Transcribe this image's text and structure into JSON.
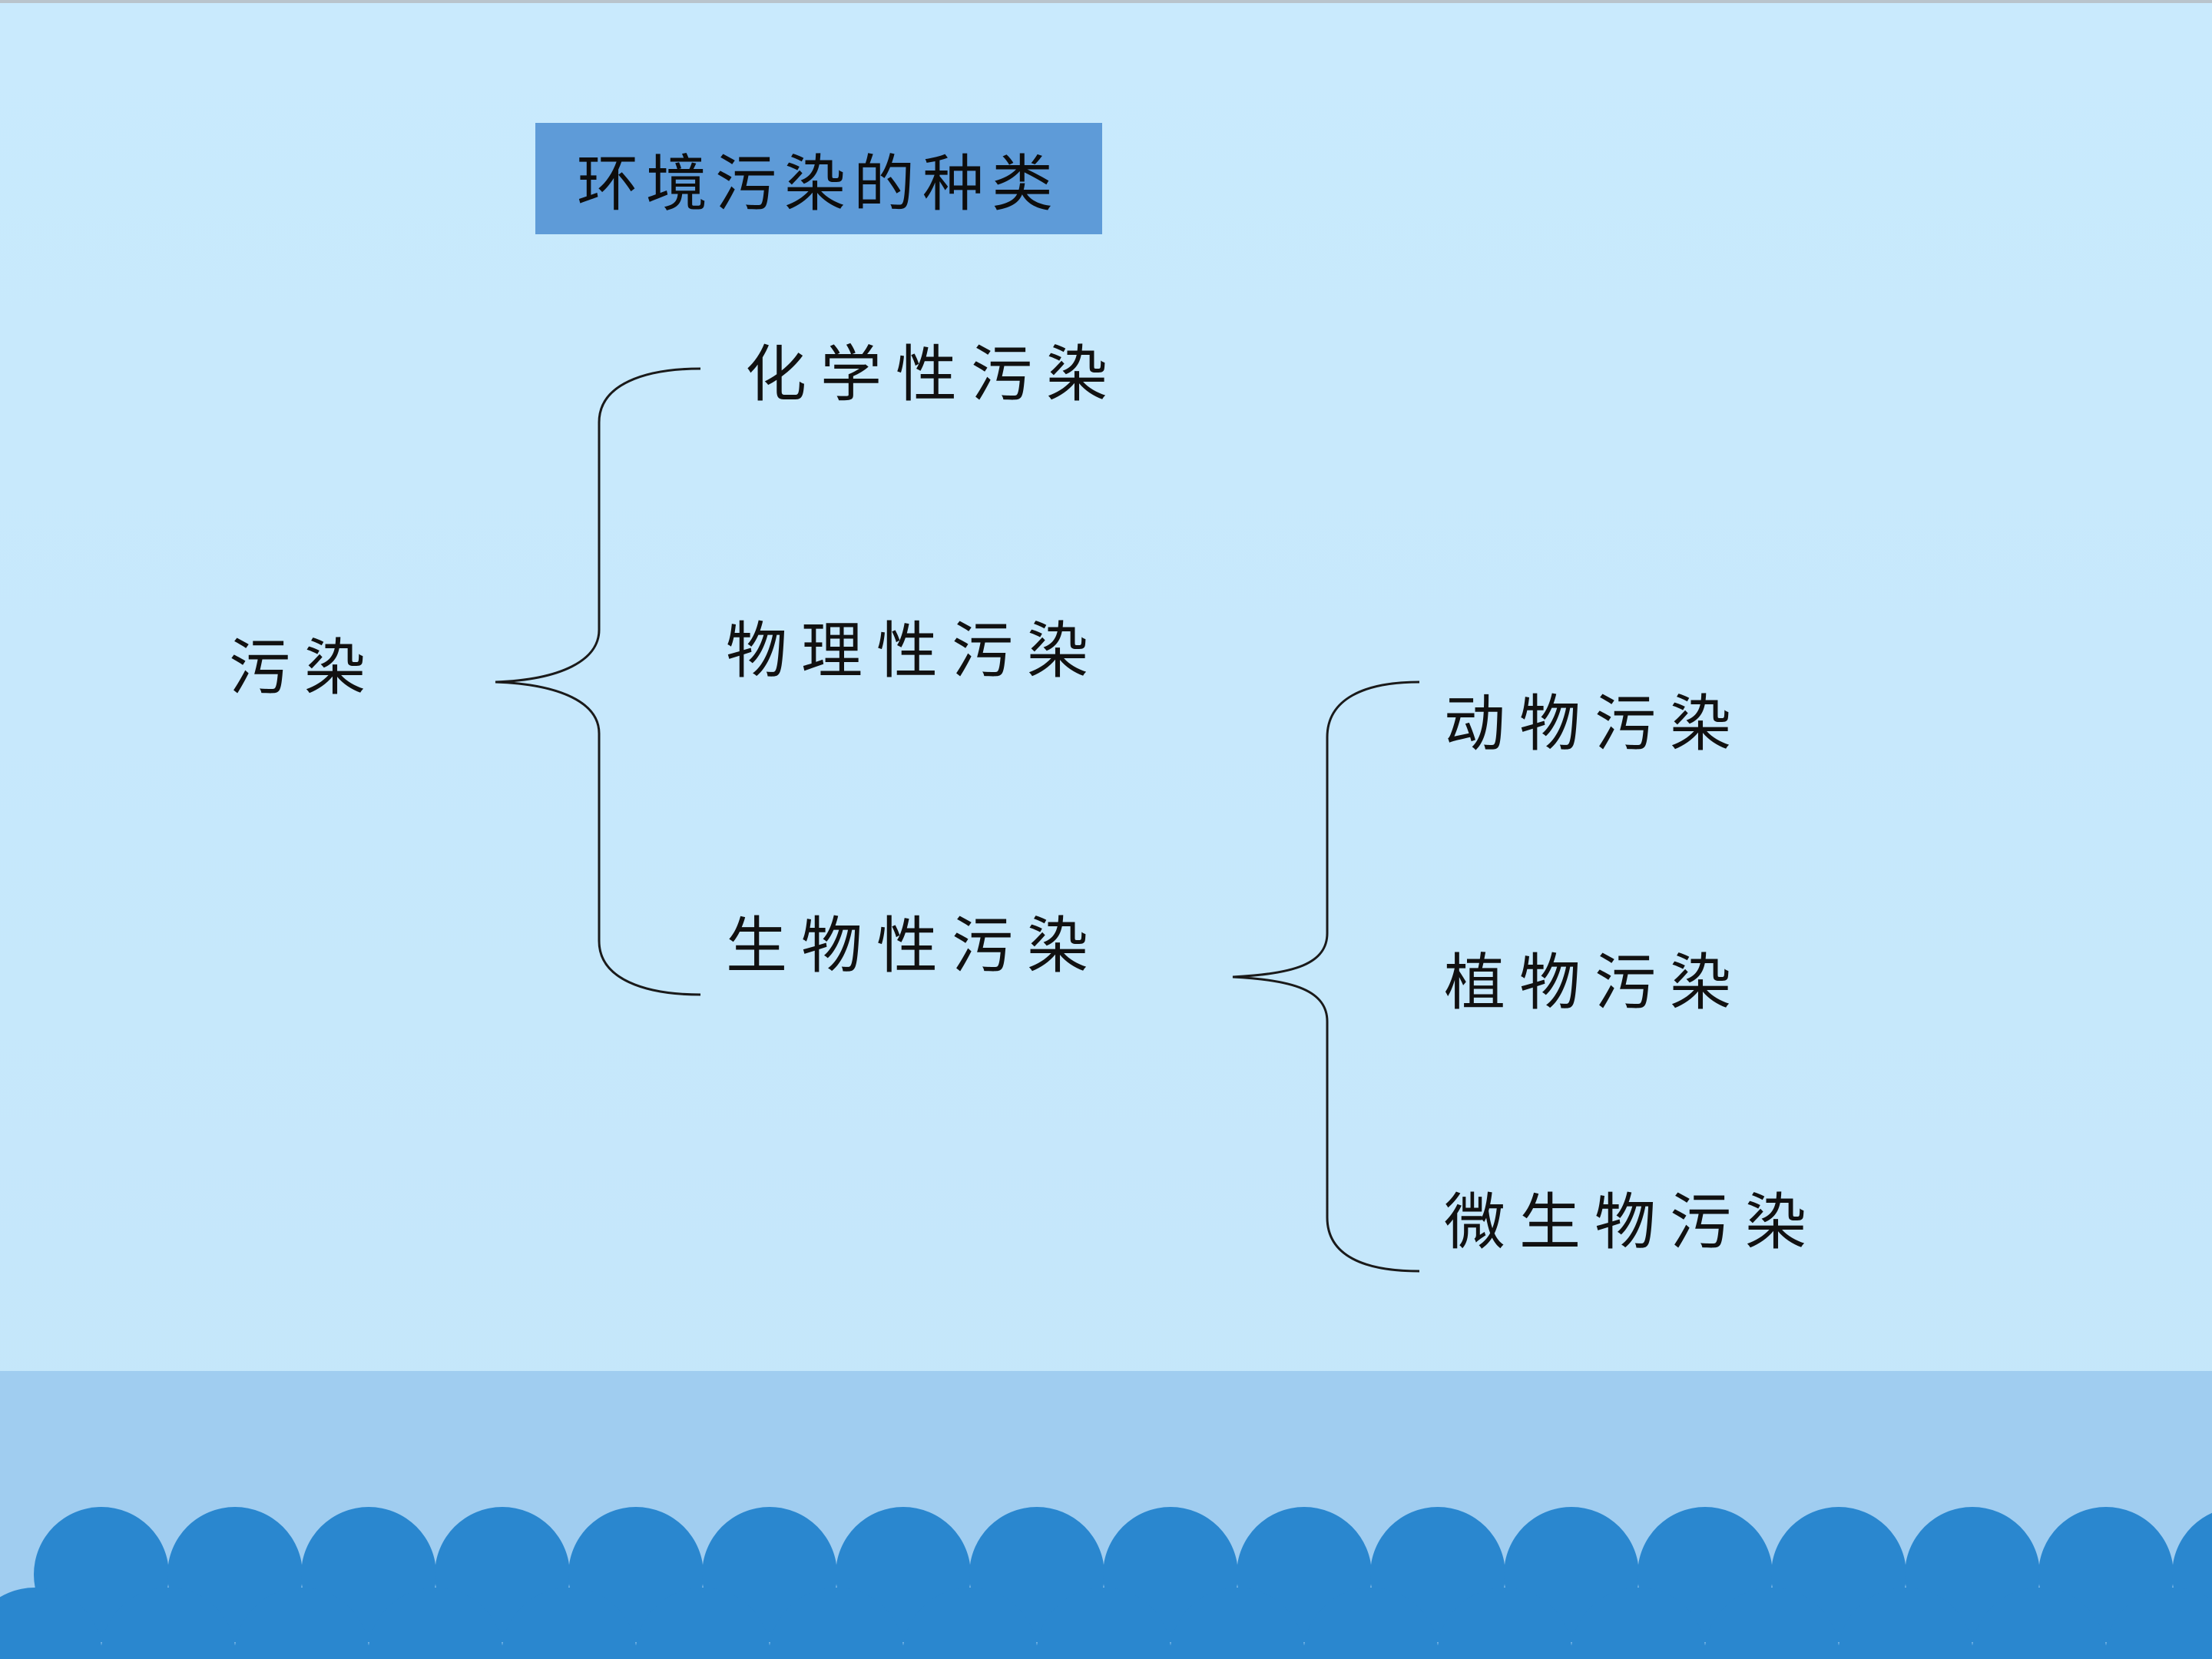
{
  "title": "环境污染的种类",
  "root": "污染",
  "level1": [
    "化学性污染",
    "物理性污染",
    "生物性污染"
  ],
  "level2": [
    "动物污染",
    "植物污染",
    "微生物污染"
  ],
  "colors": {
    "background": "#c6e8fb",
    "title_box": "#5e9bd8",
    "footer_band": "#a0cdf0",
    "waves": "#2a87cf",
    "line": "#1a1a1a"
  }
}
